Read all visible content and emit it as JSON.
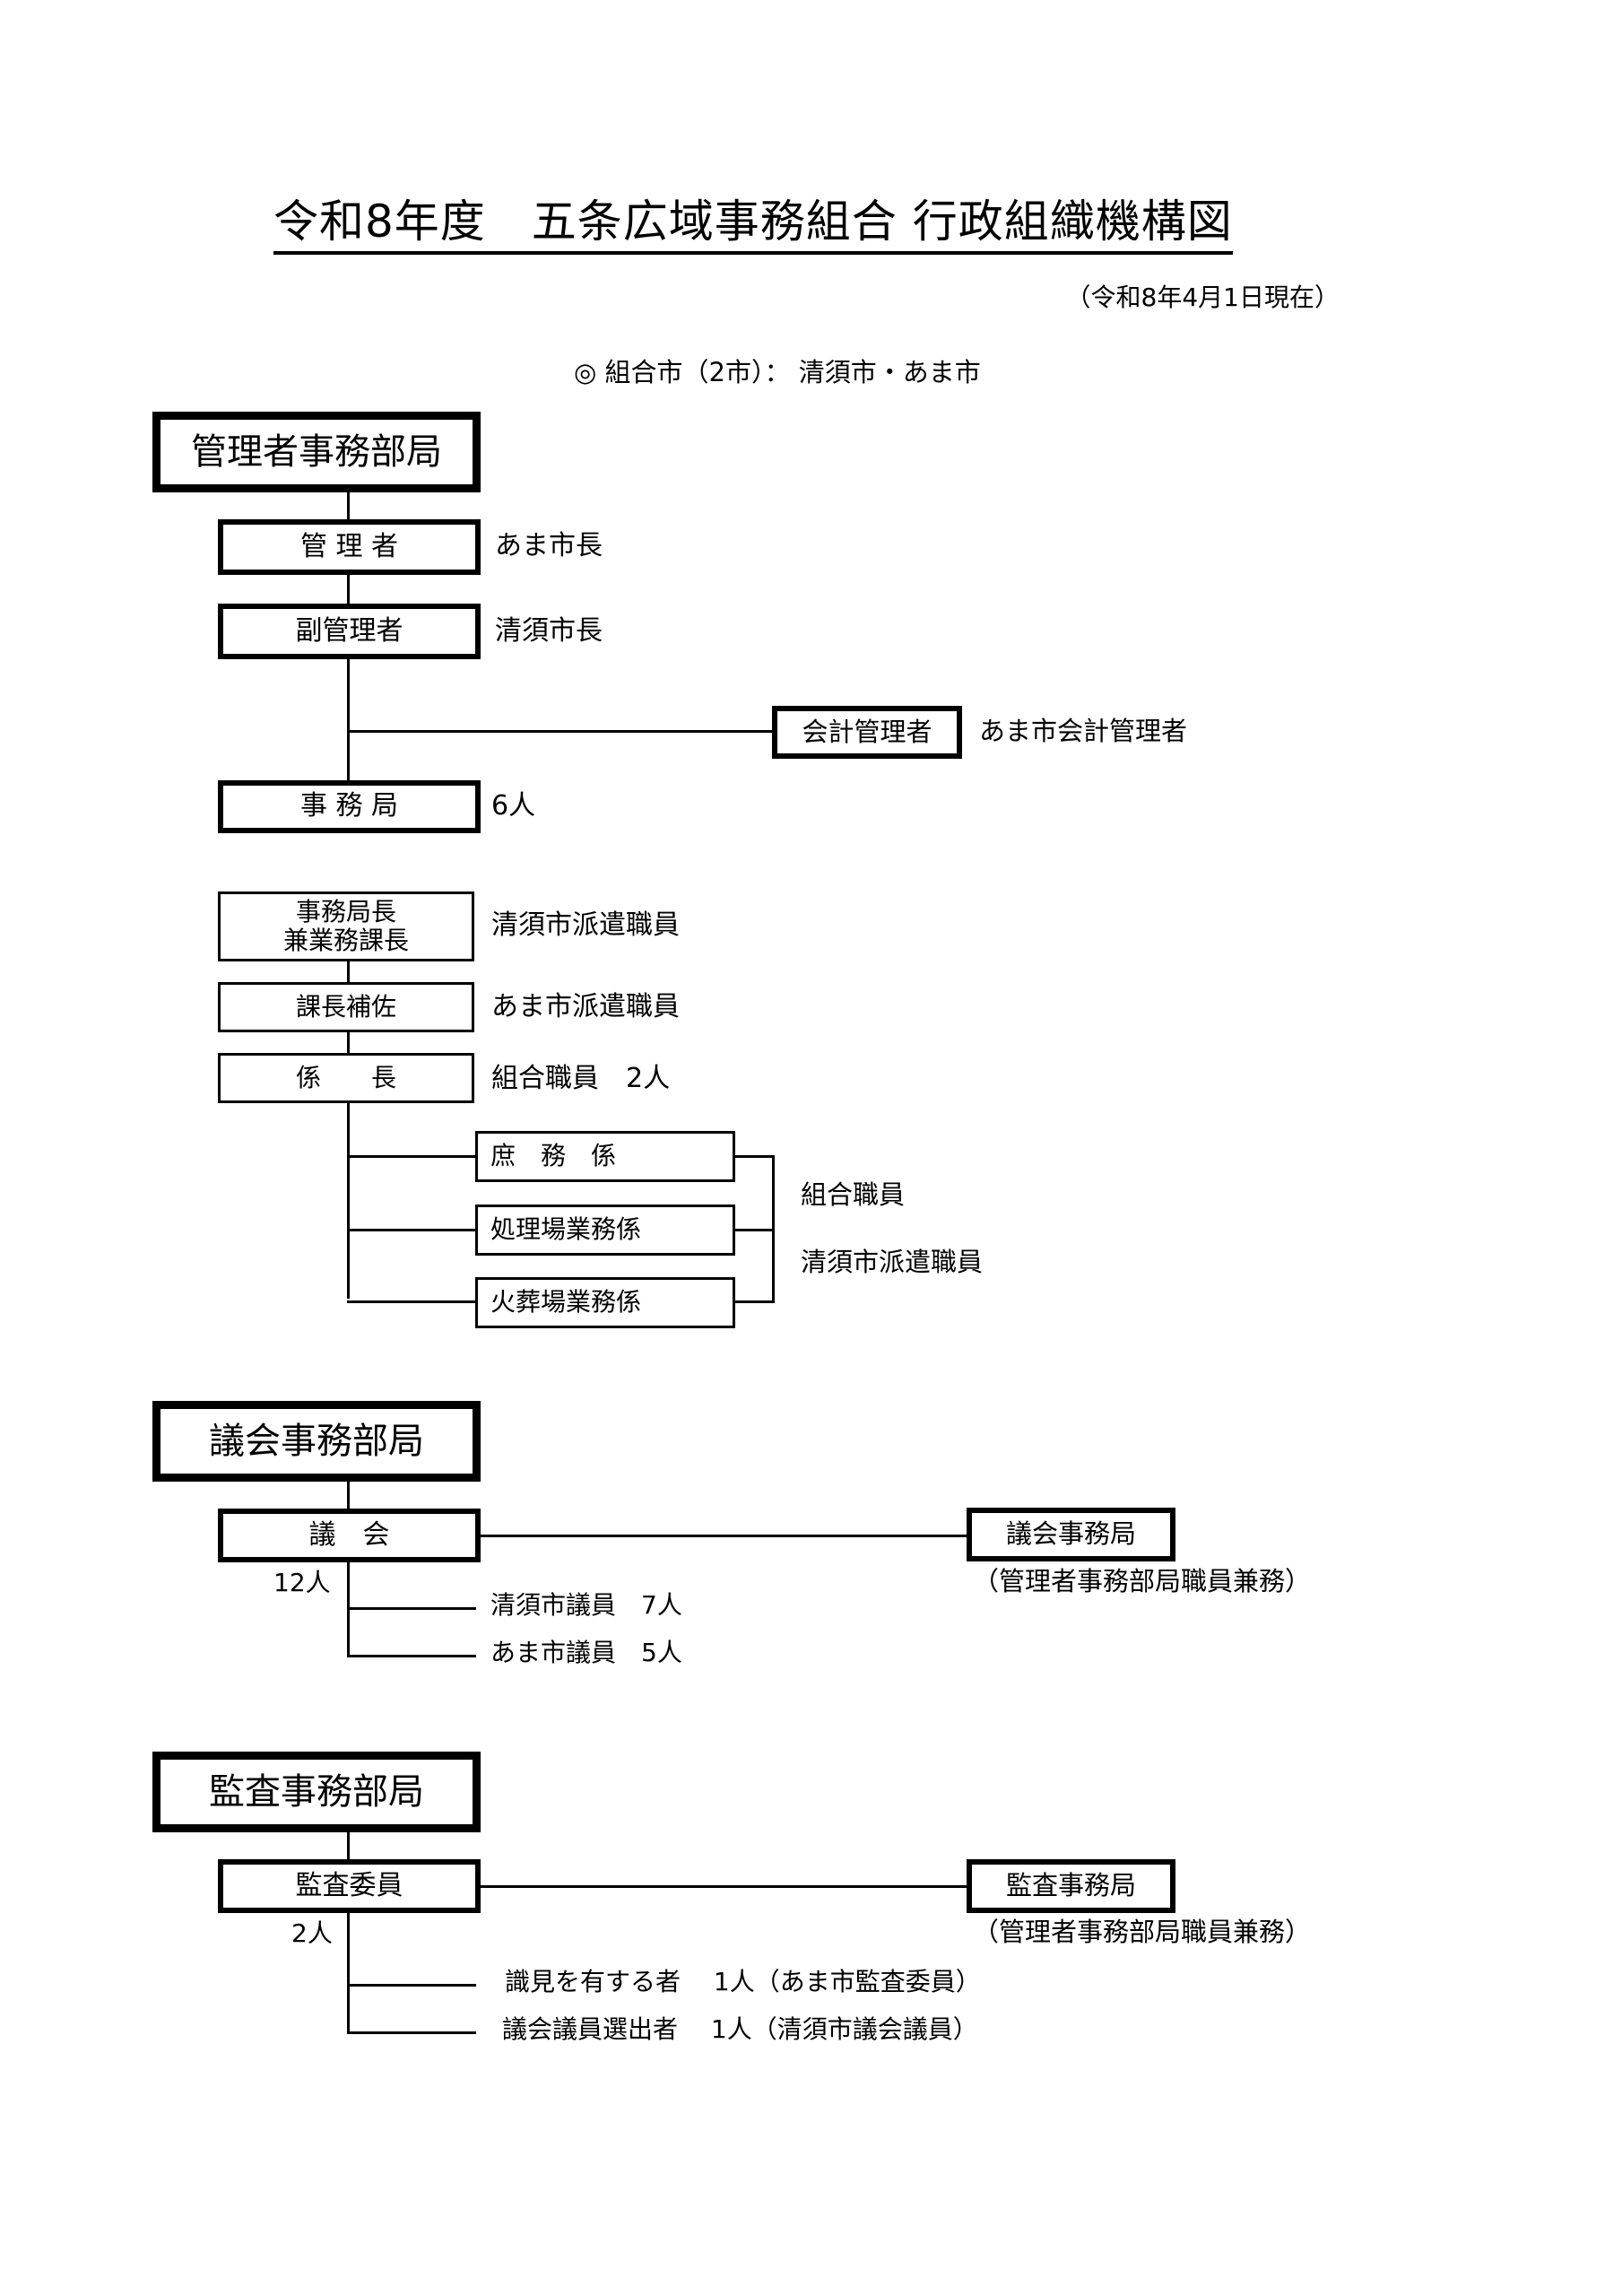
{
  "header": {
    "title": "令和8年度　五条広域事務組合 行政組織機構図",
    "as_of": "（令和8年4月1日現在）",
    "member_cities": "◎ 組合市（2市）： 清須市・あま市"
  },
  "admin_dept": {
    "title": "管理者事務部局",
    "manager": {
      "label": "管 理 者",
      "note": "あま市長"
    },
    "vice_manager": {
      "label": "副管理者",
      "note": "清須市長"
    },
    "accountant": {
      "label": "会計管理者",
      "note": "あま市会計管理者"
    },
    "secretariat": {
      "label": "事 務 局",
      "note": "6人"
    },
    "director": {
      "label": "事務局長\n兼業務課長",
      "note": "清須市派遣職員"
    },
    "assistant_chief": {
      "label": "課長補佐",
      "note": "あま市派遣職員"
    },
    "chief": {
      "label": "係　　長",
      "note": "組合職員　2人"
    },
    "sections": [
      {
        "label": "庶　務　係"
      },
      {
        "label": "処理場業務係"
      },
      {
        "label": "火葬場業務係"
      }
    ],
    "sections_staff": [
      "組合職員",
      "清須市派遣職員"
    ]
  },
  "assembly_dept": {
    "title": "議会事務部局",
    "assembly": {
      "label": "議　会",
      "count": "12人"
    },
    "office": {
      "label": "議会事務局",
      "note": "（管理者事務部局職員兼務）"
    },
    "members": [
      {
        "text": "清須市議員　7人"
      },
      {
        "text": "あま市議員　5人"
      }
    ]
  },
  "audit_dept": {
    "title": "監査事務部局",
    "auditors": {
      "label": "監査委員",
      "count": "2人"
    },
    "office": {
      "label": "監査事務局",
      "note": "（管理者事務部局職員兼務）"
    },
    "members": [
      {
        "text": "識見を有する者　 1人（あま市監査委員）"
      },
      {
        "text": "議会議員選出者　 1人（清須市議会議員）"
      }
    ]
  }
}
